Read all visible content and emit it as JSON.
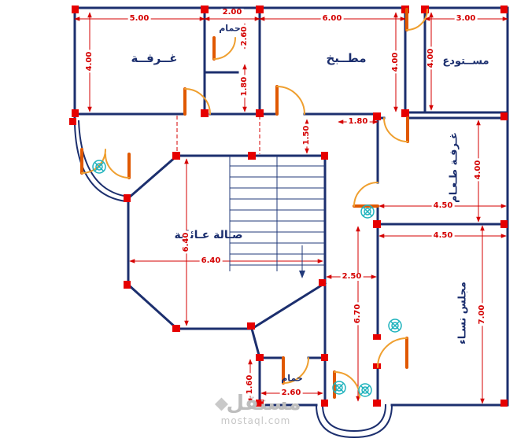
{
  "title": "architectural-floor-plan",
  "colors": {
    "wall": "#1c2f6e",
    "dimension": "#d40000",
    "column": "#e60000",
    "door": "#ef9f2f",
    "fixture": "#1fb3bd",
    "label": "#1b2e6e",
    "watermark": "#bdbdbd"
  },
  "rooms": [
    {
      "id": "bedroom",
      "label": "غــرفــة"
    },
    {
      "id": "bathroom-top",
      "label": "حمام"
    },
    {
      "id": "kitchen",
      "label": "مطــبخ"
    },
    {
      "id": "storage",
      "label": "مســتودع"
    },
    {
      "id": "dining-room",
      "label": "غـرفـة طـعـام"
    },
    {
      "id": "family-hall",
      "label": "صـالة عـائلية"
    },
    {
      "id": "women-majlis",
      "label": "مجلس نسـاء"
    },
    {
      "id": "bathroom-bottom",
      "label": "حمام"
    }
  ],
  "dims": [
    "5.00",
    "2.00",
    "2.60",
    "6.00",
    "3.00",
    "4.00",
    "1.80",
    "4.00",
    "4.00",
    "1.80",
    "1.50",
    "4.00",
    "4.50",
    "4.50",
    "6.40",
    "6.40",
    "2.50",
    "6.70",
    "7.00",
    "2.60",
    "1.60"
  ],
  "watermark": {
    "brand": "مستقل",
    "site": "mostaql.com"
  }
}
